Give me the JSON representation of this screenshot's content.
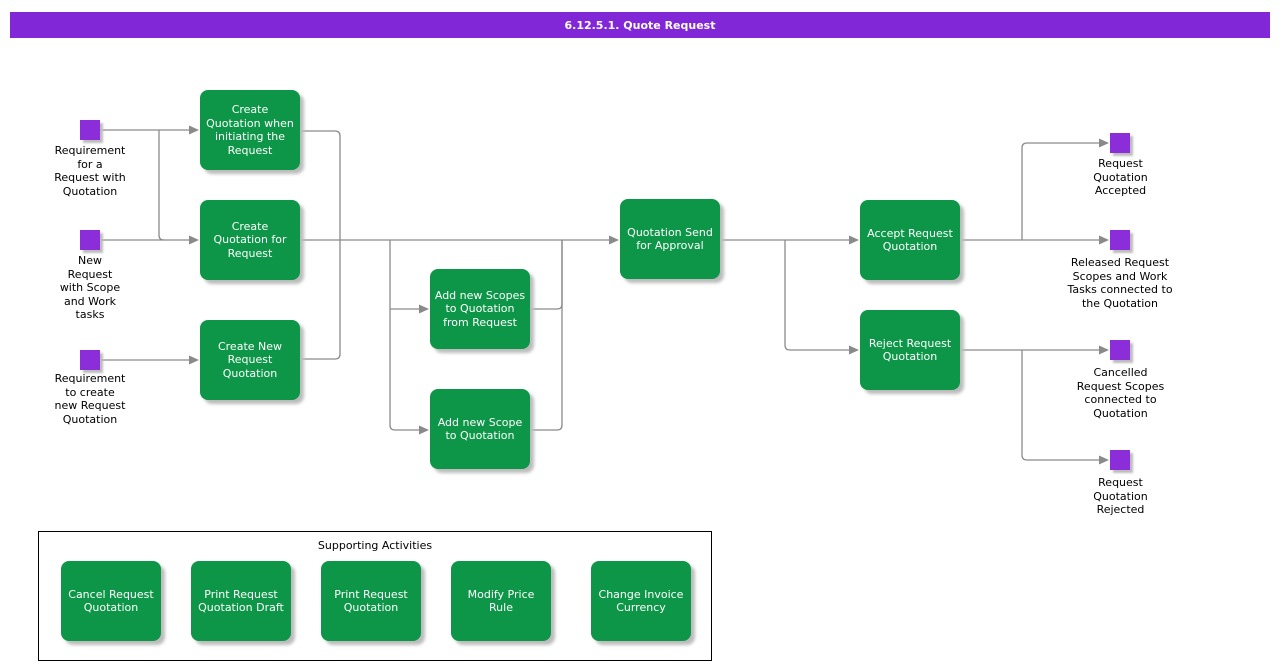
{
  "title_bar": {
    "label": "6.12.5.1. Quote Request"
  },
  "colors": {
    "title_bar_purple": "#8227D8",
    "event_purple": "#8B2DD8",
    "task_green": "#0D9648",
    "connector_gray": "#8A8A8A"
  },
  "tasks": [
    {
      "id": "create-quotation-when-initiating-request",
      "label": "Create\nQuotation when\ninitiating the\nRequest"
    },
    {
      "id": "create-quotation-for-request",
      "label": "Create\nQuotation for\nRequest"
    },
    {
      "id": "create-new-request-quotation",
      "label": "Create New\nRequest\nQuotation"
    },
    {
      "id": "add-new-scopes-to-quotation-from-request",
      "label": "Add new Scopes\nto Quotation\nfrom Request"
    },
    {
      "id": "add-new-scope-to-quotation",
      "label": "Add new Scope\nto Quotation"
    },
    {
      "id": "quotation-send-for-approval",
      "label": "Quotation Send\nfor Approval"
    },
    {
      "id": "accept-request-quotation",
      "label": "Accept Request\nQuotation"
    },
    {
      "id": "reject-request-quotation",
      "label": "Reject Request\nQuotation"
    }
  ],
  "events": [
    {
      "id": "requirement-for-request-with-quotation",
      "label": "Requirement\nfor a\nRequest with\nQuotation"
    },
    {
      "id": "new-request-with-scope-and-work-tasks",
      "label": "New\nRequest\nwith Scope\nand Work\ntasks"
    },
    {
      "id": "requirement-to-create-new-request-quotation",
      "label": "Requirement\nto create\nnew Request\nQuotation"
    },
    {
      "id": "request-quotation-accepted",
      "label": "Request\nQuotation\nAccepted"
    },
    {
      "id": "released-request-scopes",
      "label": "Released Request\nScopes and Work\nTasks connected to\nthe Quotation"
    },
    {
      "id": "cancelled-request-scopes",
      "label": "Cancelled\nRequest Scopes\nconnected to\nQuotation"
    },
    {
      "id": "request-quotation-rejected",
      "label": "Request\nQuotation\nRejected"
    }
  ],
  "supporting": {
    "title": "Supporting Activities",
    "tasks": [
      {
        "id": "cancel-request-quotation",
        "label": "Cancel Request\nQuotation"
      },
      {
        "id": "print-request-quotation-draft",
        "label": "Print Request\nQuotation Draft"
      },
      {
        "id": "print-request-quotation",
        "label": "Print Request\nQuotation"
      },
      {
        "id": "modify-price-rule",
        "label": "Modify Price\nRule"
      },
      {
        "id": "change-invoice-currency",
        "label": "Change Invoice\nCurrency"
      }
    ]
  }
}
